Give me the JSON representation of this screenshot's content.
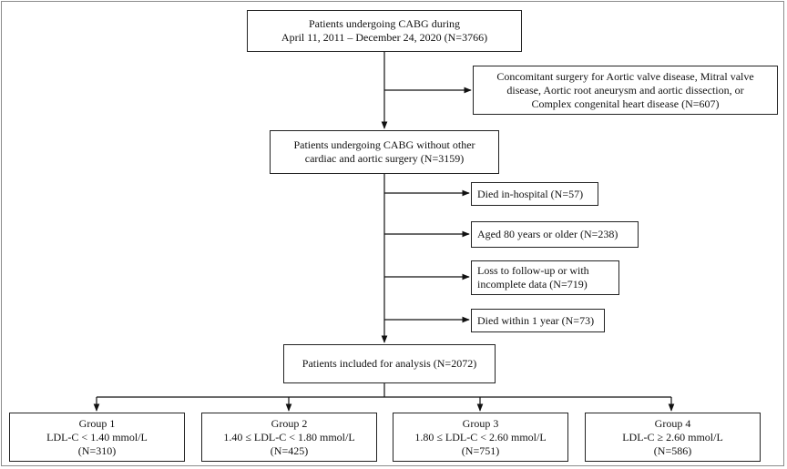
{
  "flowchart": {
    "start": {
      "line1": "Patients undergoing CABG during",
      "line2": "April 11, 2011 – December 24, 2020 (N=3766)"
    },
    "exclusion1": {
      "line1": "Concomitant surgery for Aortic valve disease, Mitral valve",
      "line2": "disease, Aortic root aneurysm and aortic dissection, or",
      "line3": "Complex congenital heart disease (N=607)"
    },
    "middle": {
      "line1": "Patients undergoing CABG without other",
      "line2": "cardiac and aortic surgery (N=3159)"
    },
    "exclusions": [
      {
        "line1": "Died in-hospital (N=57)"
      },
      {
        "line1": "Aged 80 years or older (N=238)"
      },
      {
        "line1": "Loss to follow-up or with",
        "line2": "incomplete data (N=719)"
      },
      {
        "line1": "Died within 1 year (N=73)"
      }
    ],
    "analysis": {
      "line1": "Patients included for analysis (N=2072)"
    },
    "groups": [
      {
        "name": "Group 1",
        "criterion": "LDL-C < 1.40 mmol/L",
        "count": "(N=310)"
      },
      {
        "name": "Group 2",
        "criterion": "1.40 ≤ LDL-C < 1.80 mmol/L",
        "count": "(N=425)"
      },
      {
        "name": "Group 3",
        "criterion": "1.80 ≤ LDL-C < 2.60 mmol/L",
        "count": "(N=751)"
      },
      {
        "name": "Group 4",
        "criterion": "LDL-C ≥ 2.60 mmol/L",
        "count": "(N=586)"
      }
    ]
  }
}
